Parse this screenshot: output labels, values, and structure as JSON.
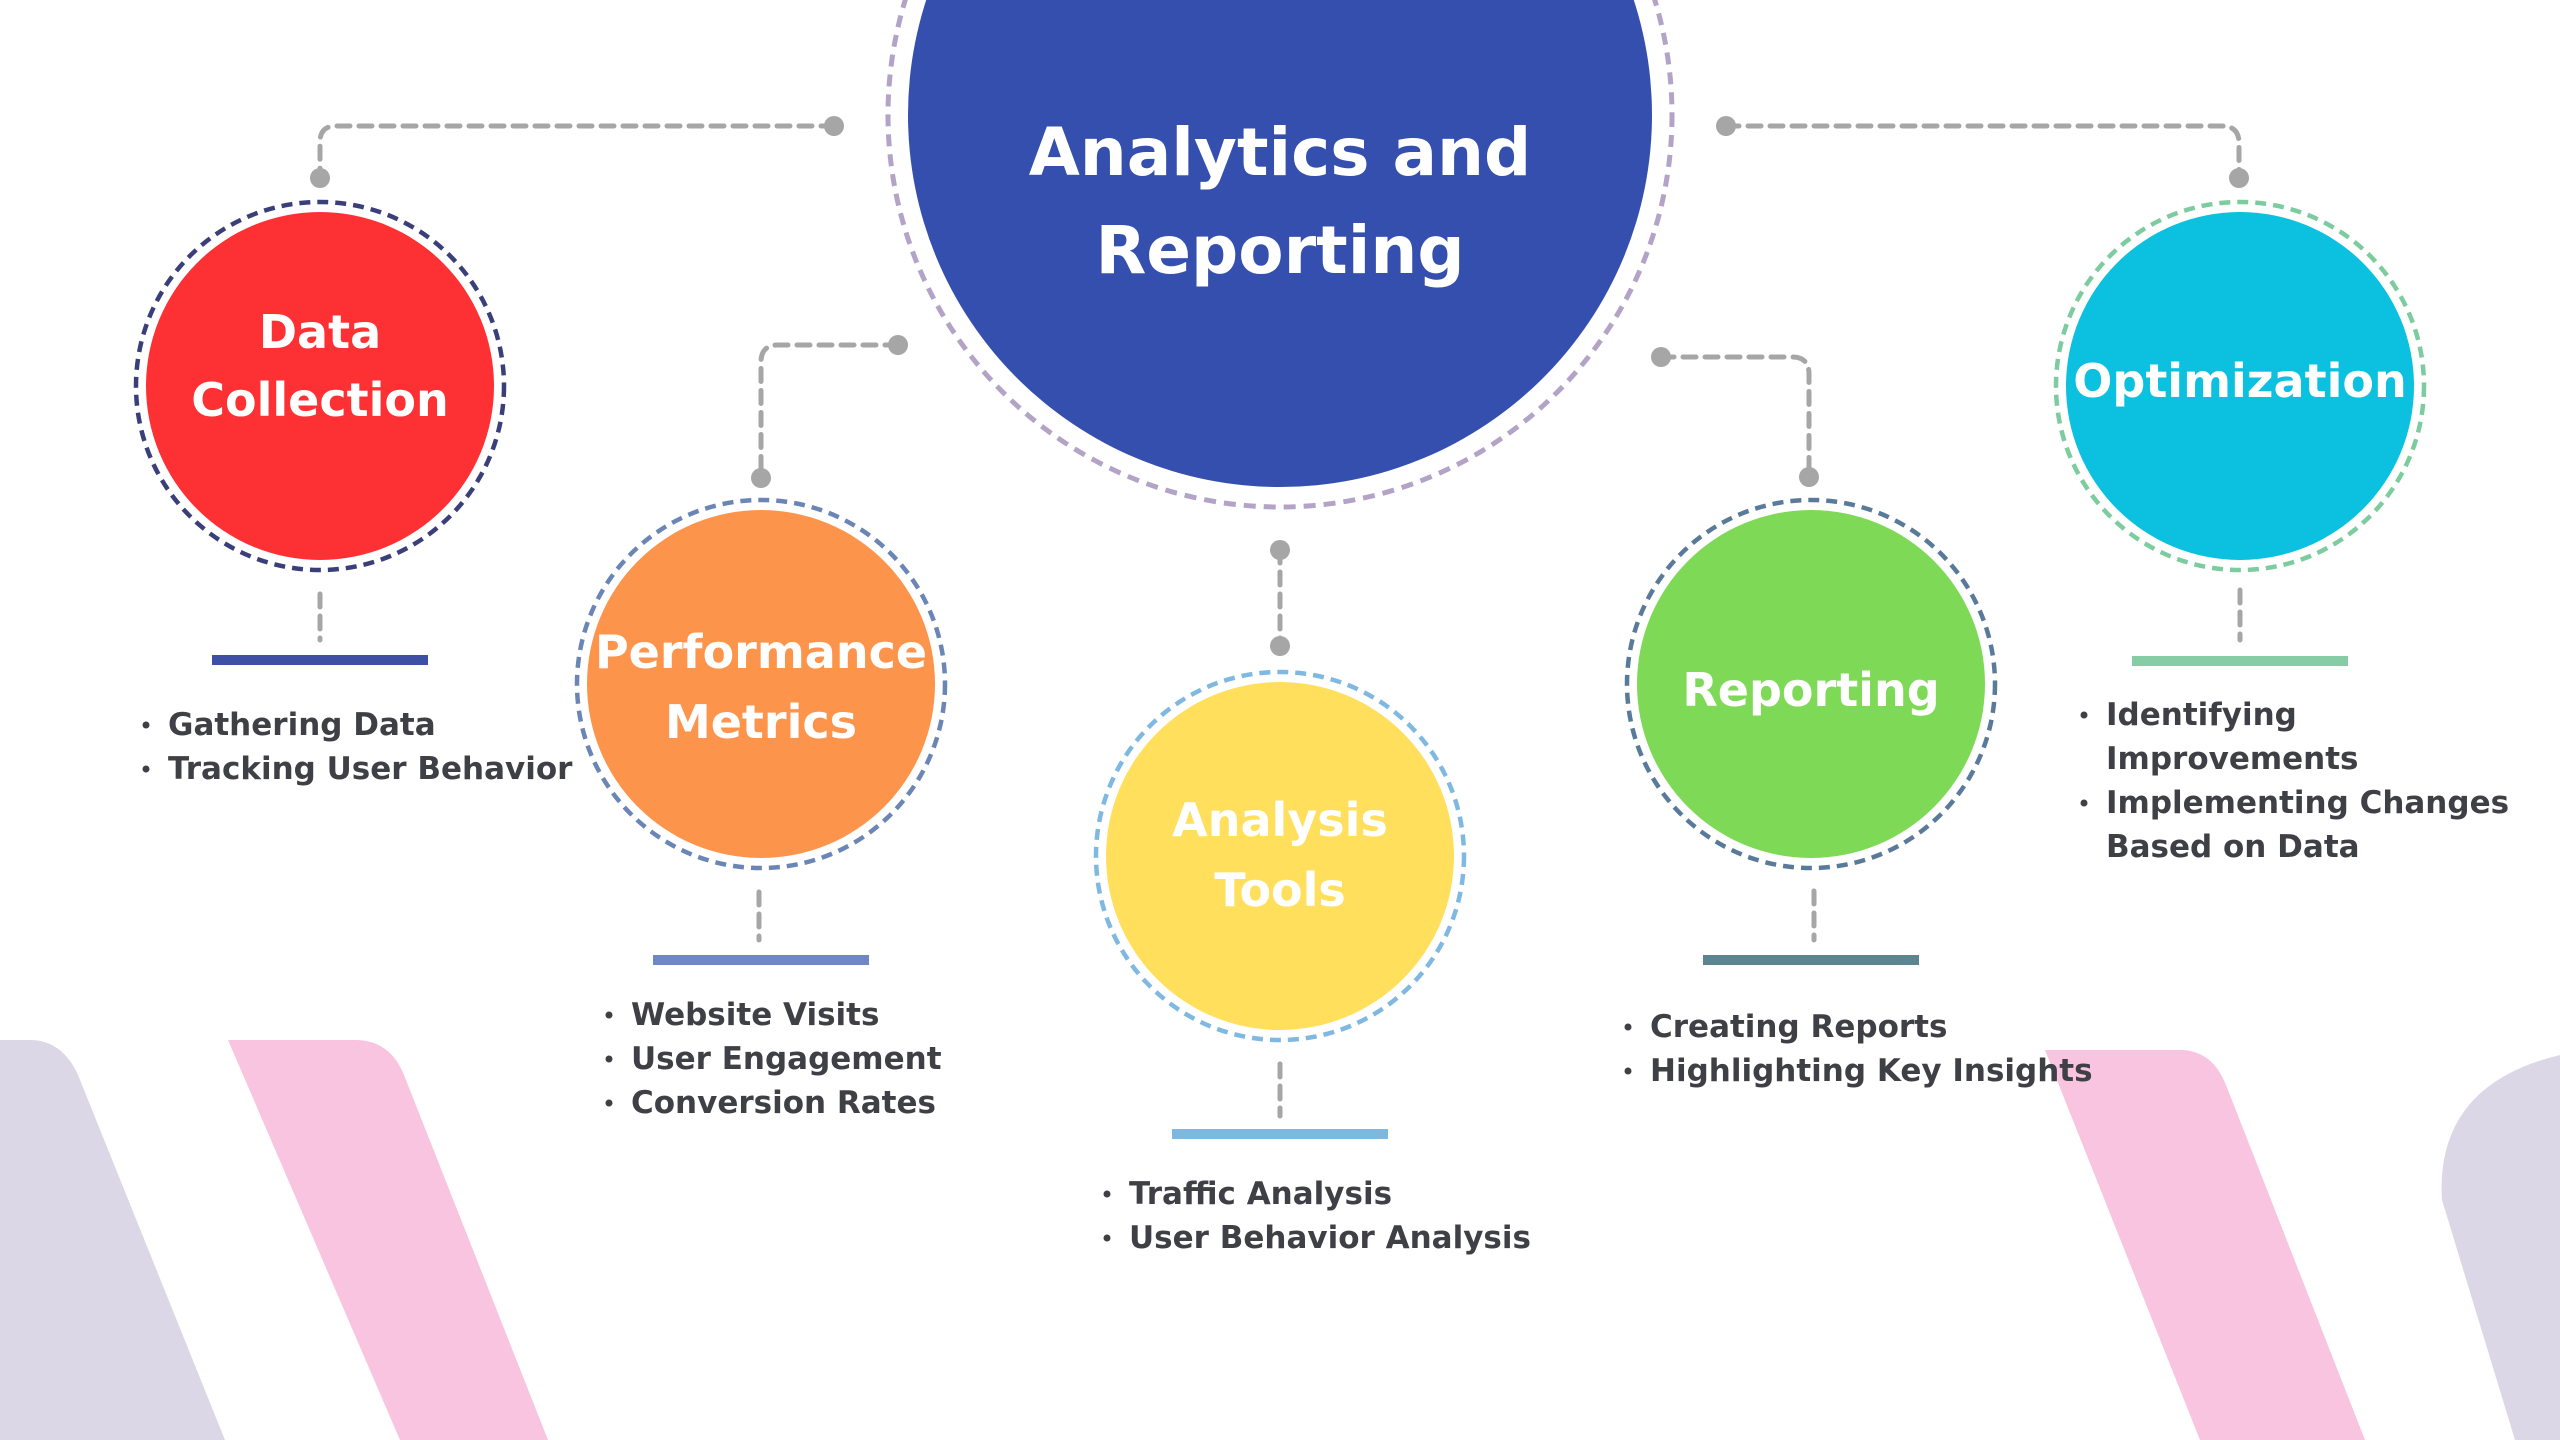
{
  "main": {
    "title_line1": "Analytics and",
    "title_line2": "Reporting",
    "color": "#354fae"
  },
  "nodes": [
    {
      "id": "data-collection",
      "title_lines": [
        "Data",
        "Collection"
      ],
      "color": "#fd3134",
      "ring_color": "#3a3f7a",
      "bar_color": "#3d50a6",
      "bullets": [
        [
          "Gathering Data"
        ],
        [
          "Tracking User Behavior"
        ]
      ]
    },
    {
      "id": "performance-metrics",
      "title_lines": [
        "Performance",
        "Metrics"
      ],
      "color": "#fd944c",
      "ring_color": "#6b86b5",
      "bar_color": "#6f86c7",
      "bullets": [
        [
          "Website Visits"
        ],
        [
          "User Engagement"
        ],
        [
          "Conversion Rates"
        ]
      ]
    },
    {
      "id": "analysis-tools",
      "title_lines": [
        "Analysis",
        "Tools"
      ],
      "color": "#ffdf5c",
      "ring_color": "#7fb8e0",
      "bar_color": "#7cb8df",
      "bullets": [
        [
          "Traffic Analysis"
        ],
        [
          "User Behavior Analysis"
        ]
      ]
    },
    {
      "id": "reporting",
      "title_lines": [
        "Reporting"
      ],
      "color": "#7ed957",
      "ring_color": "#5a7a99",
      "bar_color": "#5b8590",
      "bullets": [
        [
          "Creating Reports"
        ],
        [
          "Highlighting Key Insights"
        ]
      ]
    },
    {
      "id": "optimization",
      "title_lines": [
        "Optimization"
      ],
      "color": "#0cc0df",
      "ring_color": "#7ccc9f",
      "bar_color": "#86cda5",
      "bullets": [
        [
          "Identifying",
          "Improvements"
        ],
        [
          "Implementing Changes",
          "Based on Data"
        ]
      ]
    }
  ],
  "decor_colors": {
    "lavender": "#dcd7e7",
    "pink": "#f8c4df",
    "connector": "#a6a6a6",
    "main_ring": "#b3a3c7"
  }
}
